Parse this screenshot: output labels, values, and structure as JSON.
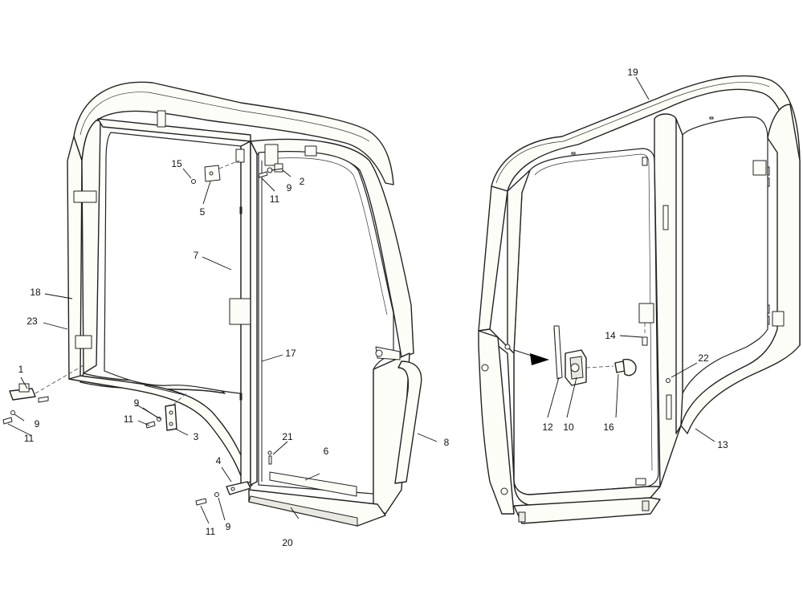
{
  "diagram": {
    "callouts": {
      "c1": "1",
      "c2": "2",
      "c3": "3",
      "c4": "4",
      "c5": "5",
      "c6": "6",
      "c7": "7",
      "c8": "8",
      "c9a": "9",
      "c9b": "9",
      "c9c": "9",
      "c9d": "9",
      "c10": "10",
      "c11a": "11",
      "c11b": "11",
      "c11c": "11",
      "c11d": "11",
      "c12": "12",
      "c13": "13",
      "c14": "14",
      "c15": "15",
      "c16": "16",
      "c17": "17",
      "c18": "18",
      "c19": "19",
      "c20": "20",
      "c21": "21",
      "c22": "22",
      "c23": "23"
    }
  }
}
